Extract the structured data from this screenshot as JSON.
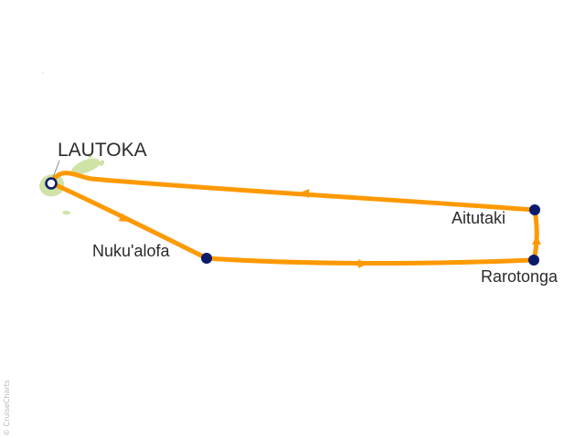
{
  "map": {
    "route_color": "#ff9900",
    "land_color": "#cfe3a6",
    "port_marker_color": "#0d1a6b",
    "origin_marker_stroke": "#0d1a6b",
    "origin_marker_fill": "#ffffff",
    "origin_port": {
      "label": "LAUTOKA"
    },
    "ports": [
      {
        "label": "Nuku'alofa"
      },
      {
        "label": "Rarotonga"
      },
      {
        "label": "Aitutaki"
      }
    ],
    "watermark": "© CruiseCharts"
  }
}
